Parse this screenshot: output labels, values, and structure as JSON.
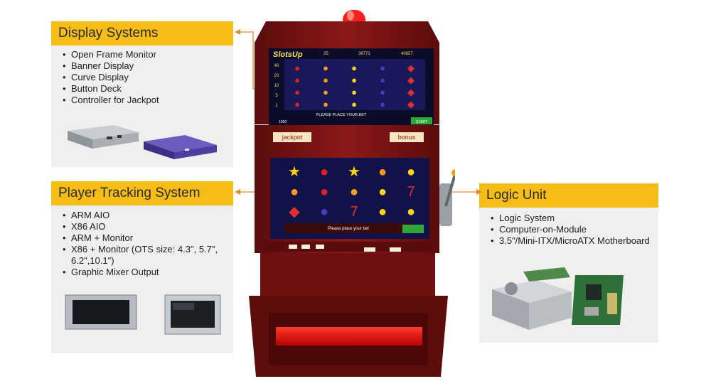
{
  "display": {
    "title": "Display Systems",
    "items": [
      "Open Frame Monitor",
      "Banner Display",
      "Curve Display",
      "Button Deck",
      "Controller for Jackpot"
    ]
  },
  "player": {
    "title": "Player Tracking System",
    "items": [
      "ARM AIO",
      "X86 AIO",
      "ARM + Monitor",
      "X86 + Monitor (OTS size: 4.3\", 5.7\", 6.2\",10.1\")",
      "Graphic Mixer Output"
    ]
  },
  "logic": {
    "title": "Logic Unit",
    "items": [
      "Logic System",
      "Computer-on-Module",
      "3.5\"/Mini-ITX/MicroATX Motherboard"
    ]
  },
  "machine": {
    "logo": "SlotsUp",
    "top_prompt": "PLEASE PLACE YOUR BET",
    "bottom_prompt": "Please place your bet",
    "jackpot_label": "jackpot",
    "bonus_label": "bonus",
    "top_counters": [
      "25",
      "36771",
      "40657"
    ],
    "win_lines_left": [
      "40",
      "20",
      "10",
      "5",
      "1"
    ],
    "credit_readout": "1000",
    "start_label": "START",
    "accent": "#f6bd16",
    "cabinet_color": "#7a1212"
  }
}
